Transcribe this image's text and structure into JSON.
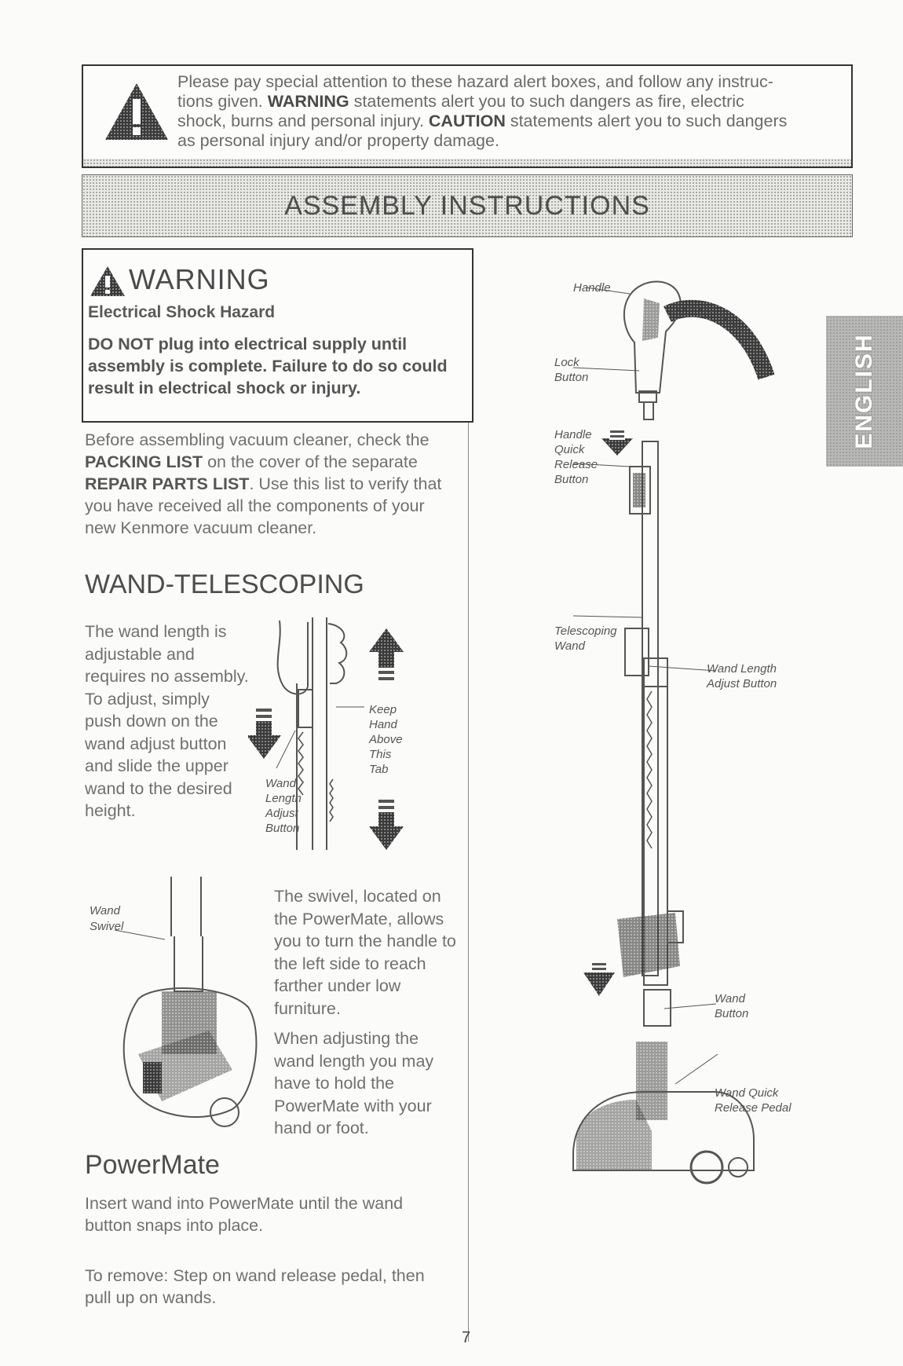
{
  "hazard": {
    "line1": "Please pay special attention to these hazard alert boxes, and follow any instruc-",
    "line2a": "tions given.",
    "warning_word": "WARNING",
    "line2b": "statements alert you to such dangers as fire, electric",
    "line3a": "shock, burns and personal injury.",
    "caution_word": "CAUTION",
    "line3b": "statements alert you to such dangers",
    "line4": "as personal injury and/or property damage."
  },
  "banner": {
    "title": "ASSEMBLY INSTRUCTIONS"
  },
  "language_tab": {
    "label": "ENGLISH"
  },
  "warning_box": {
    "title": "WARNING",
    "subtitle": "Electrical Shock Hazard",
    "body": "DO NOT plug into electrical supply until assembly is complete. Failure to do so could result in electrical shock or injury."
  },
  "intro": {
    "part1": "Before assembling vacuum cleaner, check the ",
    "packing_list": "PACKING LIST",
    "part2": " on the cover of the separate ",
    "repair_list": "REPAIR PARTS LIST",
    "part3": ". Use this list to verify that you have received all the components of your new Kenmore vacuum cleaner."
  },
  "wand_section": {
    "heading": "WAND-TELESCOPING",
    "text": "The wand length is adjustable and requires no assembly. To adjust, simply push down on the wand adjust button and slide the upper wand to the desired height.",
    "label_keep_hand": [
      "Keep",
      "Hand",
      "Above",
      "This",
      "Tab"
    ],
    "label_wand_length": [
      "Wand",
      "Length",
      "Adjust",
      "Button"
    ]
  },
  "swivel": {
    "label": [
      "Wand",
      "Swivel"
    ],
    "text1": "The swivel, located on the PowerMate, allows you to turn the handle to the left side to reach farther under low furniture.",
    "text2": "When adjusting the wand length you may have to hold the PowerMate with your hand or foot."
  },
  "powermate": {
    "heading": "PowerMate",
    "text1": "Insert wand into PowerMate until the wand button snaps into place.",
    "text2": "To remove: Step on wand release pedal, then pull up on wands."
  },
  "right_diagram": {
    "handle": "Handle",
    "lock_button": [
      "Lock",
      "Button"
    ],
    "handle_quick_release": [
      "Handle",
      "Quick",
      "Release",
      "Button"
    ],
    "telescoping_wand": [
      "Telescoping",
      "Wand"
    ],
    "wand_length_adjust": [
      "Wand Length",
      "Adjust Button"
    ],
    "wand_button": [
      "Wand",
      "Button"
    ],
    "wand_quick_release": [
      "Wand Quick",
      "Release Pedal"
    ]
  },
  "page_number": "7"
}
